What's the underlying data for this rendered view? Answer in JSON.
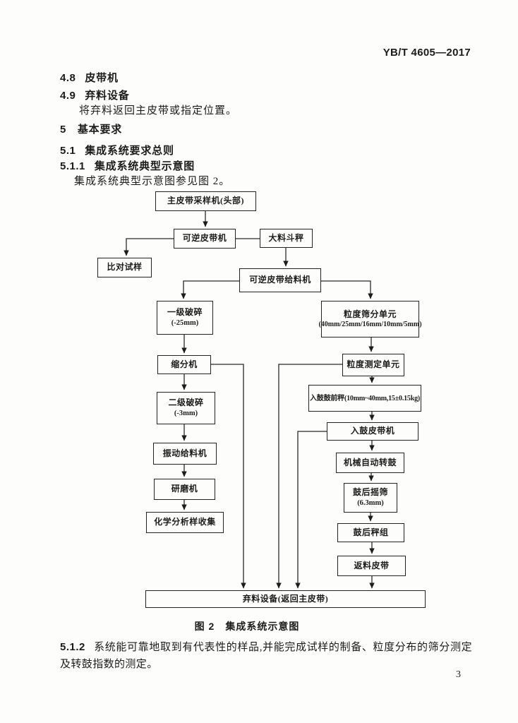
{
  "header": {
    "standard_code": "YB/T 4605—2017"
  },
  "sections": {
    "s48": {
      "num": "4.8",
      "title": "皮带机"
    },
    "s49": {
      "num": "4.9",
      "title": "弃料设备"
    },
    "s49_body": "将弃料返回主皮带或指定位置。",
    "s5": {
      "num": "5",
      "title": "基本要求"
    },
    "s51": {
      "num": "5.1",
      "title": "集成系统要求总则"
    },
    "s511": {
      "num": "5.1.1",
      "title": "集成系统典型示意图"
    },
    "s511_body": "集成系统典型示意图参见图 2。",
    "s512": {
      "num": "5.1.2",
      "body": "系统能可靠地取到有代表性的样品,并能完成试样的制备、粒度分布的筛分测定及转鼓指数的测定。"
    }
  },
  "figure": {
    "caption": "图 2　集成系统示意图",
    "nodes": {
      "main_belt_sampler": {
        "label": "主皮带采样机(头部)"
      },
      "reversible_belt": {
        "label": "可逆皮带机"
      },
      "hopper_scale": {
        "label": "大料斗秤"
      },
      "comparison_sample": {
        "label": "比对试样"
      },
      "reversible_belt_feeder": {
        "label": "可逆皮带给料机"
      },
      "primary_crusher": {
        "label": "一级破碎",
        "sublabel": "(-25mm)"
      },
      "size_screening_unit": {
        "label": "粒度筛分单元",
        "sublabel": "(40mm/25mm/16mm/10mm/5mm)"
      },
      "divider": {
        "label": "缩分机"
      },
      "size_measuring_unit": {
        "label": "粒度测定单元"
      },
      "secondary_crusher": {
        "label": "二级破碎",
        "sublabel": "(-3mm)"
      },
      "pre_drum_scale": {
        "label": "入鼓鼓前秤(10mm~40mm,15±0.15kg)"
      },
      "drum_belt": {
        "label": "入鼓皮带机"
      },
      "auto_drum": {
        "label": "机械自动转鼓"
      },
      "post_drum_screen": {
        "label": "鼓后摇筛",
        "sublabel": "(6.3mm)"
      },
      "post_drum_scale_group": {
        "label": "鼓后秤组"
      },
      "return_belt": {
        "label": "返料皮带"
      },
      "discard_equipment": {
        "label": "弃料设备(返回主皮带)"
      },
      "vibrating_feeder": {
        "label": "振动给料机"
      },
      "grinder": {
        "label": "研磨机"
      },
      "chem_sample_collection": {
        "label": "化学分析样收集"
      }
    },
    "edges": [
      "main_belt_sampler->reversible_belt",
      "reversible_belt-hopper_scale",
      "reversible_belt->comparison_sample",
      "hopper_scale->reversible_belt_feeder",
      "reversible_belt_feeder->primary_crusher",
      "reversible_belt_feeder->size_screening_unit",
      "primary_crusher->divider",
      "divider->secondary_crusher",
      "divider->discard_equipment",
      "secondary_crusher->vibrating_feeder",
      "vibrating_feeder->grinder",
      "grinder->chem_sample_collection",
      "size_screening_unit->size_measuring_unit",
      "size_measuring_unit->pre_drum_scale",
      "size_measuring_unit->discard_equipment",
      "pre_drum_scale->drum_belt",
      "drum_belt->auto_drum",
      "drum_belt->discard_equipment",
      "auto_drum->post_drum_screen",
      "post_drum_screen->post_drum_scale_group",
      "post_drum_scale_group->return_belt",
      "return_belt->discard_equipment"
    ]
  },
  "page_number": "3"
}
